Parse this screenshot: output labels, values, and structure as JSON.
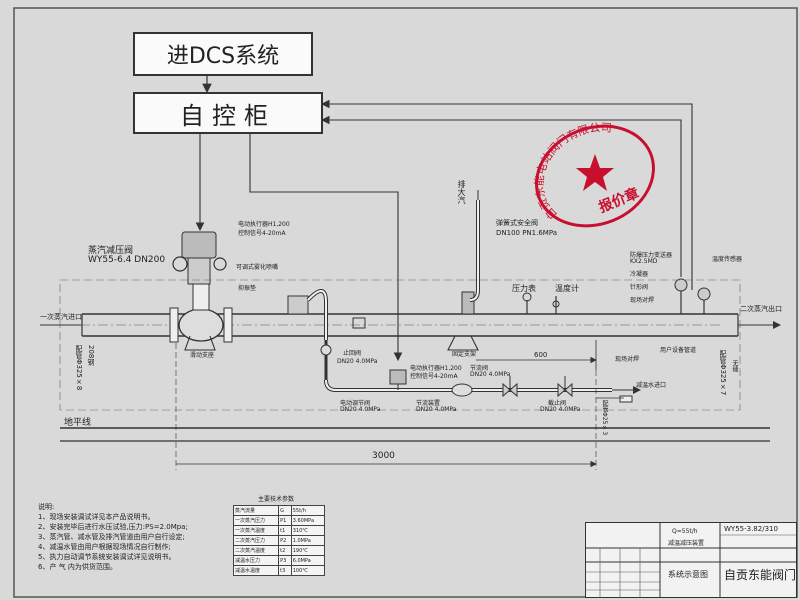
{
  "header": {
    "dcs_box": "进DCS系统",
    "control_cabinet": "自控柜"
  },
  "labels": {
    "pressure_reducing_valve_name": "蒸汽减压阀",
    "pressure_reducing_valve_model": "WY55-6.4 DN200",
    "actuator_top_line1": "电动执行器H1,200",
    "actuator_top_line2": "控制信号4-20mA",
    "atomizer_nozzle": "可调式雾化喷嘴",
    "muffler_plate": "抑振垫",
    "sliding_support": "滑动支座",
    "inlet_pipe_text": "配管Φ325×8",
    "inlet_pipe_number": "208钢",
    "primary_steam_inlet": "一次蒸汽进口",
    "secondary_steam_outlet": "二次蒸汽出口",
    "outlet_pipe_text": "配管Φ325×7",
    "outlet_pipe_number": "无缝",
    "exhaust": "排大汽",
    "safety_valve_name": "弹簧式安全阀",
    "safety_valve_model": "DN100 PN1.6MPa",
    "pressure_gauge": "压力表",
    "thermometer": "温度计",
    "fixed_support": "固定支架",
    "dim_600": "600",
    "explosion_proof_transmitter_line1": "防爆压力变送器",
    "explosion_proof_transmitter_line2": "KX2.5MD",
    "cooler": "冷凝器",
    "needle_valve": "针形阀",
    "site_connection": "现场对焊",
    "temperature_sensor": "温度传感器",
    "user_equipment_pipe": "用户设备管道",
    "site_test_point": "现场对焊",
    "stop_valve_upper": "止回阀",
    "stop_valve_upper_spec": "DN20 4.0MPa",
    "actuator_mid_line1": "电动执行器H1,200",
    "actuator_mid_line2": "控制信号4-20mA",
    "regulating_valve": "电动调节阀",
    "regulating_valve_spec": "DN20 4.0MPa",
    "throttle_valve": "节流阀",
    "throttle_valve_spec": "DN20 4.0MPa",
    "throttle_device": "节流装置",
    "throttle_device_spec": "DN20 4.0MPa",
    "stop_valve_lower": "截止阀",
    "stop_valve_lower_spec": "DN20 4.0MPa",
    "desuperheat_water_inlet": "减温水进口",
    "water_pipe_text": "配管Φ25×3",
    "ground_line": "地平线",
    "dim_3000": "3000"
  },
  "notes": {
    "title": "说明:",
    "items": [
      "1、现场安装调试详见本产品说明书。",
      "2、安装完毕后进行水压试验,压力:PS=2.0Mpa;",
      "3、蒸汽管、减水管及排汽管道由用户自行设定;",
      "4、减温水管由用户根据现场情况自行制作;",
      "5、执力自动调节系统安装调试详见说明书。",
      "6、产 气 内为供货范围。"
    ]
  },
  "params_table": {
    "title": "主要技术参数",
    "rows": [
      [
        "蒸汽流量",
        "G",
        "55t/h"
      ],
      [
        "一次蒸汽压力",
        "P1",
        "3.60MPa"
      ],
      [
        "一次蒸汽温度",
        "t1",
        "310℃"
      ],
      [
        "二次蒸汽压力",
        "P2",
        "1.0MPa"
      ],
      [
        "二次蒸汽温度",
        "t2",
        "190℃"
      ],
      [
        "减温水压力",
        "P3",
        "6.0MPa"
      ],
      [
        "减温水温度",
        "t3",
        "100℃"
      ]
    ]
  },
  "title_block": {
    "capacity": "Q=55t/h",
    "device": "减温减压装置",
    "drawing_no": "WY55-3.82/310",
    "drawing_name": "系统示意图",
    "company": "自贡东能阀门"
  },
  "stamp": {
    "text": "自贡东能电站阀门有限公司",
    "subtitle": "报价章"
  },
  "colors": {
    "stamp": "#c8102e",
    "line": "#333333",
    "paper": "#d9d9d9"
  }
}
